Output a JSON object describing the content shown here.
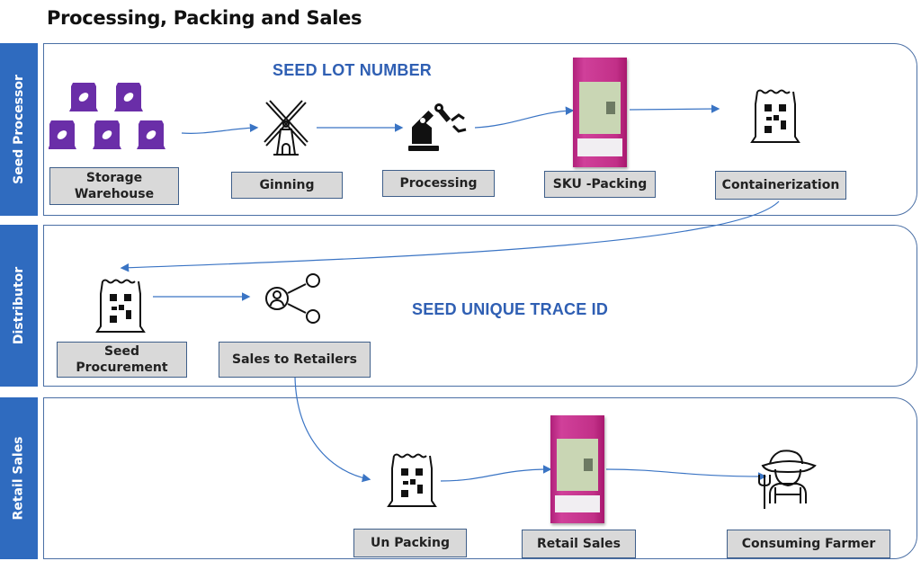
{
  "title": "Processing, Packing and Sales",
  "lanes": [
    {
      "label": "Seed Processor",
      "heading": "SEED LOT  NUMBER",
      "steps": [
        {
          "label": "Storage Warehouse",
          "icon": "seed-bags-stack-icon"
        },
        {
          "label": "Ginning",
          "icon": "windmill-icon"
        },
        {
          "label": "Processing",
          "icon": "robotic-arm-icon"
        },
        {
          "label": "SKU -Packing",
          "icon": "seed-packet-photo"
        },
        {
          "label": "Containerization",
          "icon": "qr-seed-bag-icon"
        }
      ]
    },
    {
      "label": "Distributor",
      "heading": "SEED UNIQUE TRACE ID",
      "steps": [
        {
          "label": "Seed Procurement",
          "icon": "qr-seed-bag-icon"
        },
        {
          "label": "Sales to Retailers",
          "icon": "user-share-network-icon"
        }
      ]
    },
    {
      "label": "Retail Sales",
      "heading": "",
      "steps": [
        {
          "label": "Un Packing",
          "icon": "qr-seed-bag-icon"
        },
        {
          "label": "Retail Sales",
          "icon": "seed-packet-photo"
        },
        {
          "label": "Consuming Farmer",
          "icon": "farmer-icon"
        }
      ]
    }
  ],
  "colors": {
    "lane_bar": "#2f6bbf",
    "heading": "#2f5fb3",
    "arrow": "#3a74c4",
    "seed_bag": "#6a2ea8",
    "label_fill": "#d9d9d9"
  }
}
